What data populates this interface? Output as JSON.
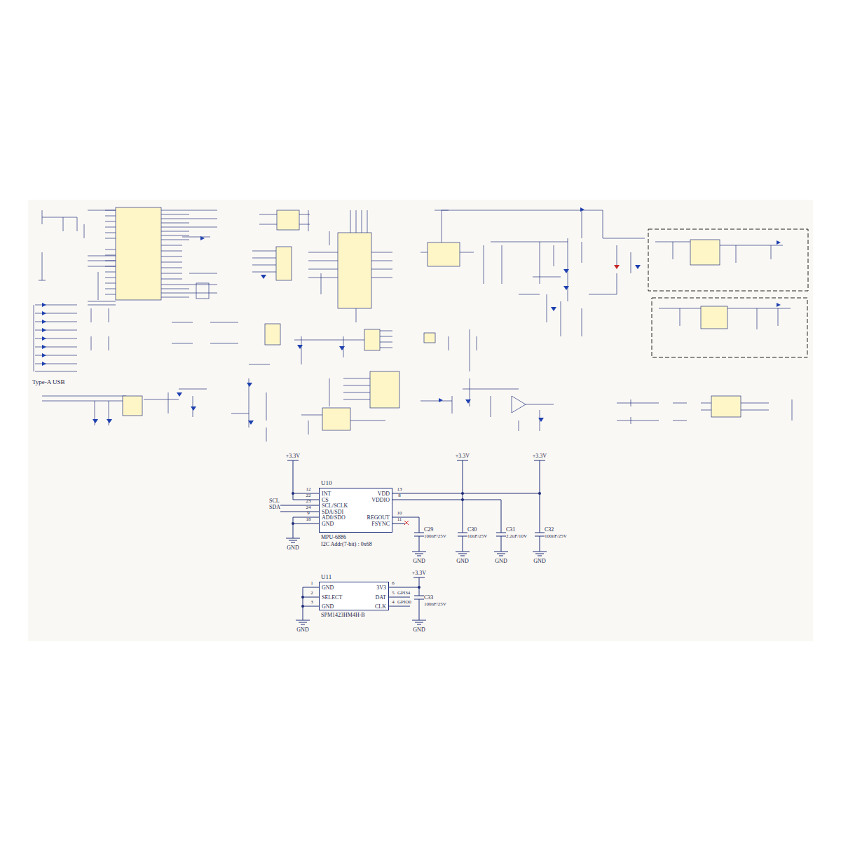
{
  "diagram": {
    "nodes": [
      {
        "text": [
          "U10",
          "INT",
          "CS",
          "SCL/SCLK",
          "SDA/SDI",
          "AD0/SDO",
          "GND",
          "VDD",
          "VDDIO",
          "REGOUT",
          "FSYNC",
          "MPU-6886",
          "I2C Addr(7-bit) : 0x68"
        ]
      },
      {
        "text": [
          "U11",
          "GND",
          "SELECT",
          "GND",
          "3V3",
          "DAT",
          "CLK",
          "SPM1423HM4H-B"
        ]
      }
    ],
    "labels": [
      "Type-A USB",
      "+3.3V",
      "SCL",
      "SDA",
      "12",
      "22",
      "23",
      "24",
      "9",
      "18",
      "13",
      "8",
      "10",
      "11",
      "+3.3V",
      "+3.3V",
      "C29",
      "100nF/25V",
      "C30",
      "10nF/25V",
      "C31",
      "2.2uF/10V",
      "C32",
      "100nF/25V",
      "GND",
      "GND",
      "GND",
      "GND",
      "GND",
      "1",
      "2",
      "3",
      "6",
      "5",
      "4",
      "+3.3V",
      "GPI34",
      "GPIO0",
      "C33",
      "100nF/25V",
      "GND",
      "GND"
    ]
  }
}
